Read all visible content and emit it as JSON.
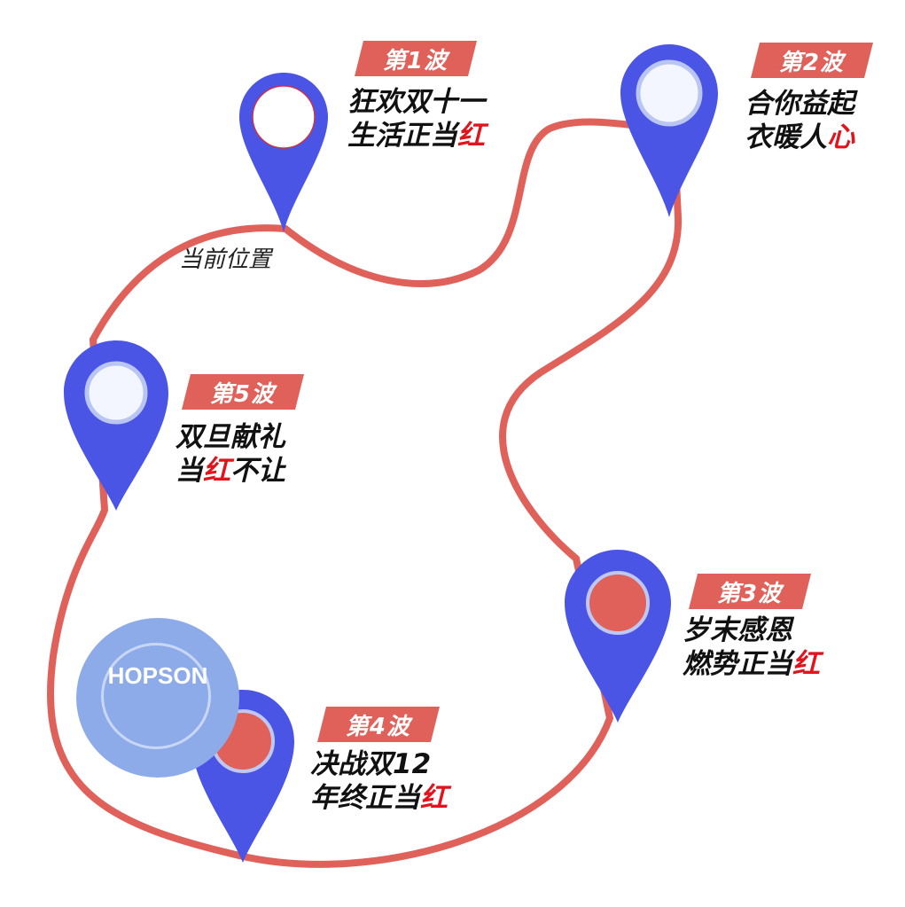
{
  "current_position_label": "当前位置",
  "logo_text": "HOPSON",
  "colors": {
    "route": "#e0605a",
    "pin": "#4a55e6",
    "badge": "#e0605a",
    "highlight": "#e0141c",
    "logo": "#8eabe9"
  },
  "waves": [
    {
      "badge": "第1波",
      "line1": "狂欢双十一",
      "line2_main": "生活正当",
      "line2_hl": "红",
      "line2_tail": "",
      "state": "current"
    },
    {
      "badge": "第2波",
      "line1": "合你益起",
      "line2_main": "衣暖人",
      "line2_hl": "心",
      "line2_tail": "",
      "state": "upcoming"
    },
    {
      "badge": "第3波",
      "line1": "岁末感恩",
      "line2_main": "燃势正当",
      "line2_hl": "红",
      "line2_tail": "",
      "state": "active"
    },
    {
      "badge": "第4波",
      "line1": "决战双12",
      "line2_main": "年终正当",
      "line2_hl": "红",
      "line2_tail": "",
      "state": "active"
    },
    {
      "badge": "第5波",
      "line1": "双旦献礼",
      "line2_main": "当",
      "line2_hl": "红",
      "line2_tail": "不让",
      "state": "upcoming"
    }
  ]
}
